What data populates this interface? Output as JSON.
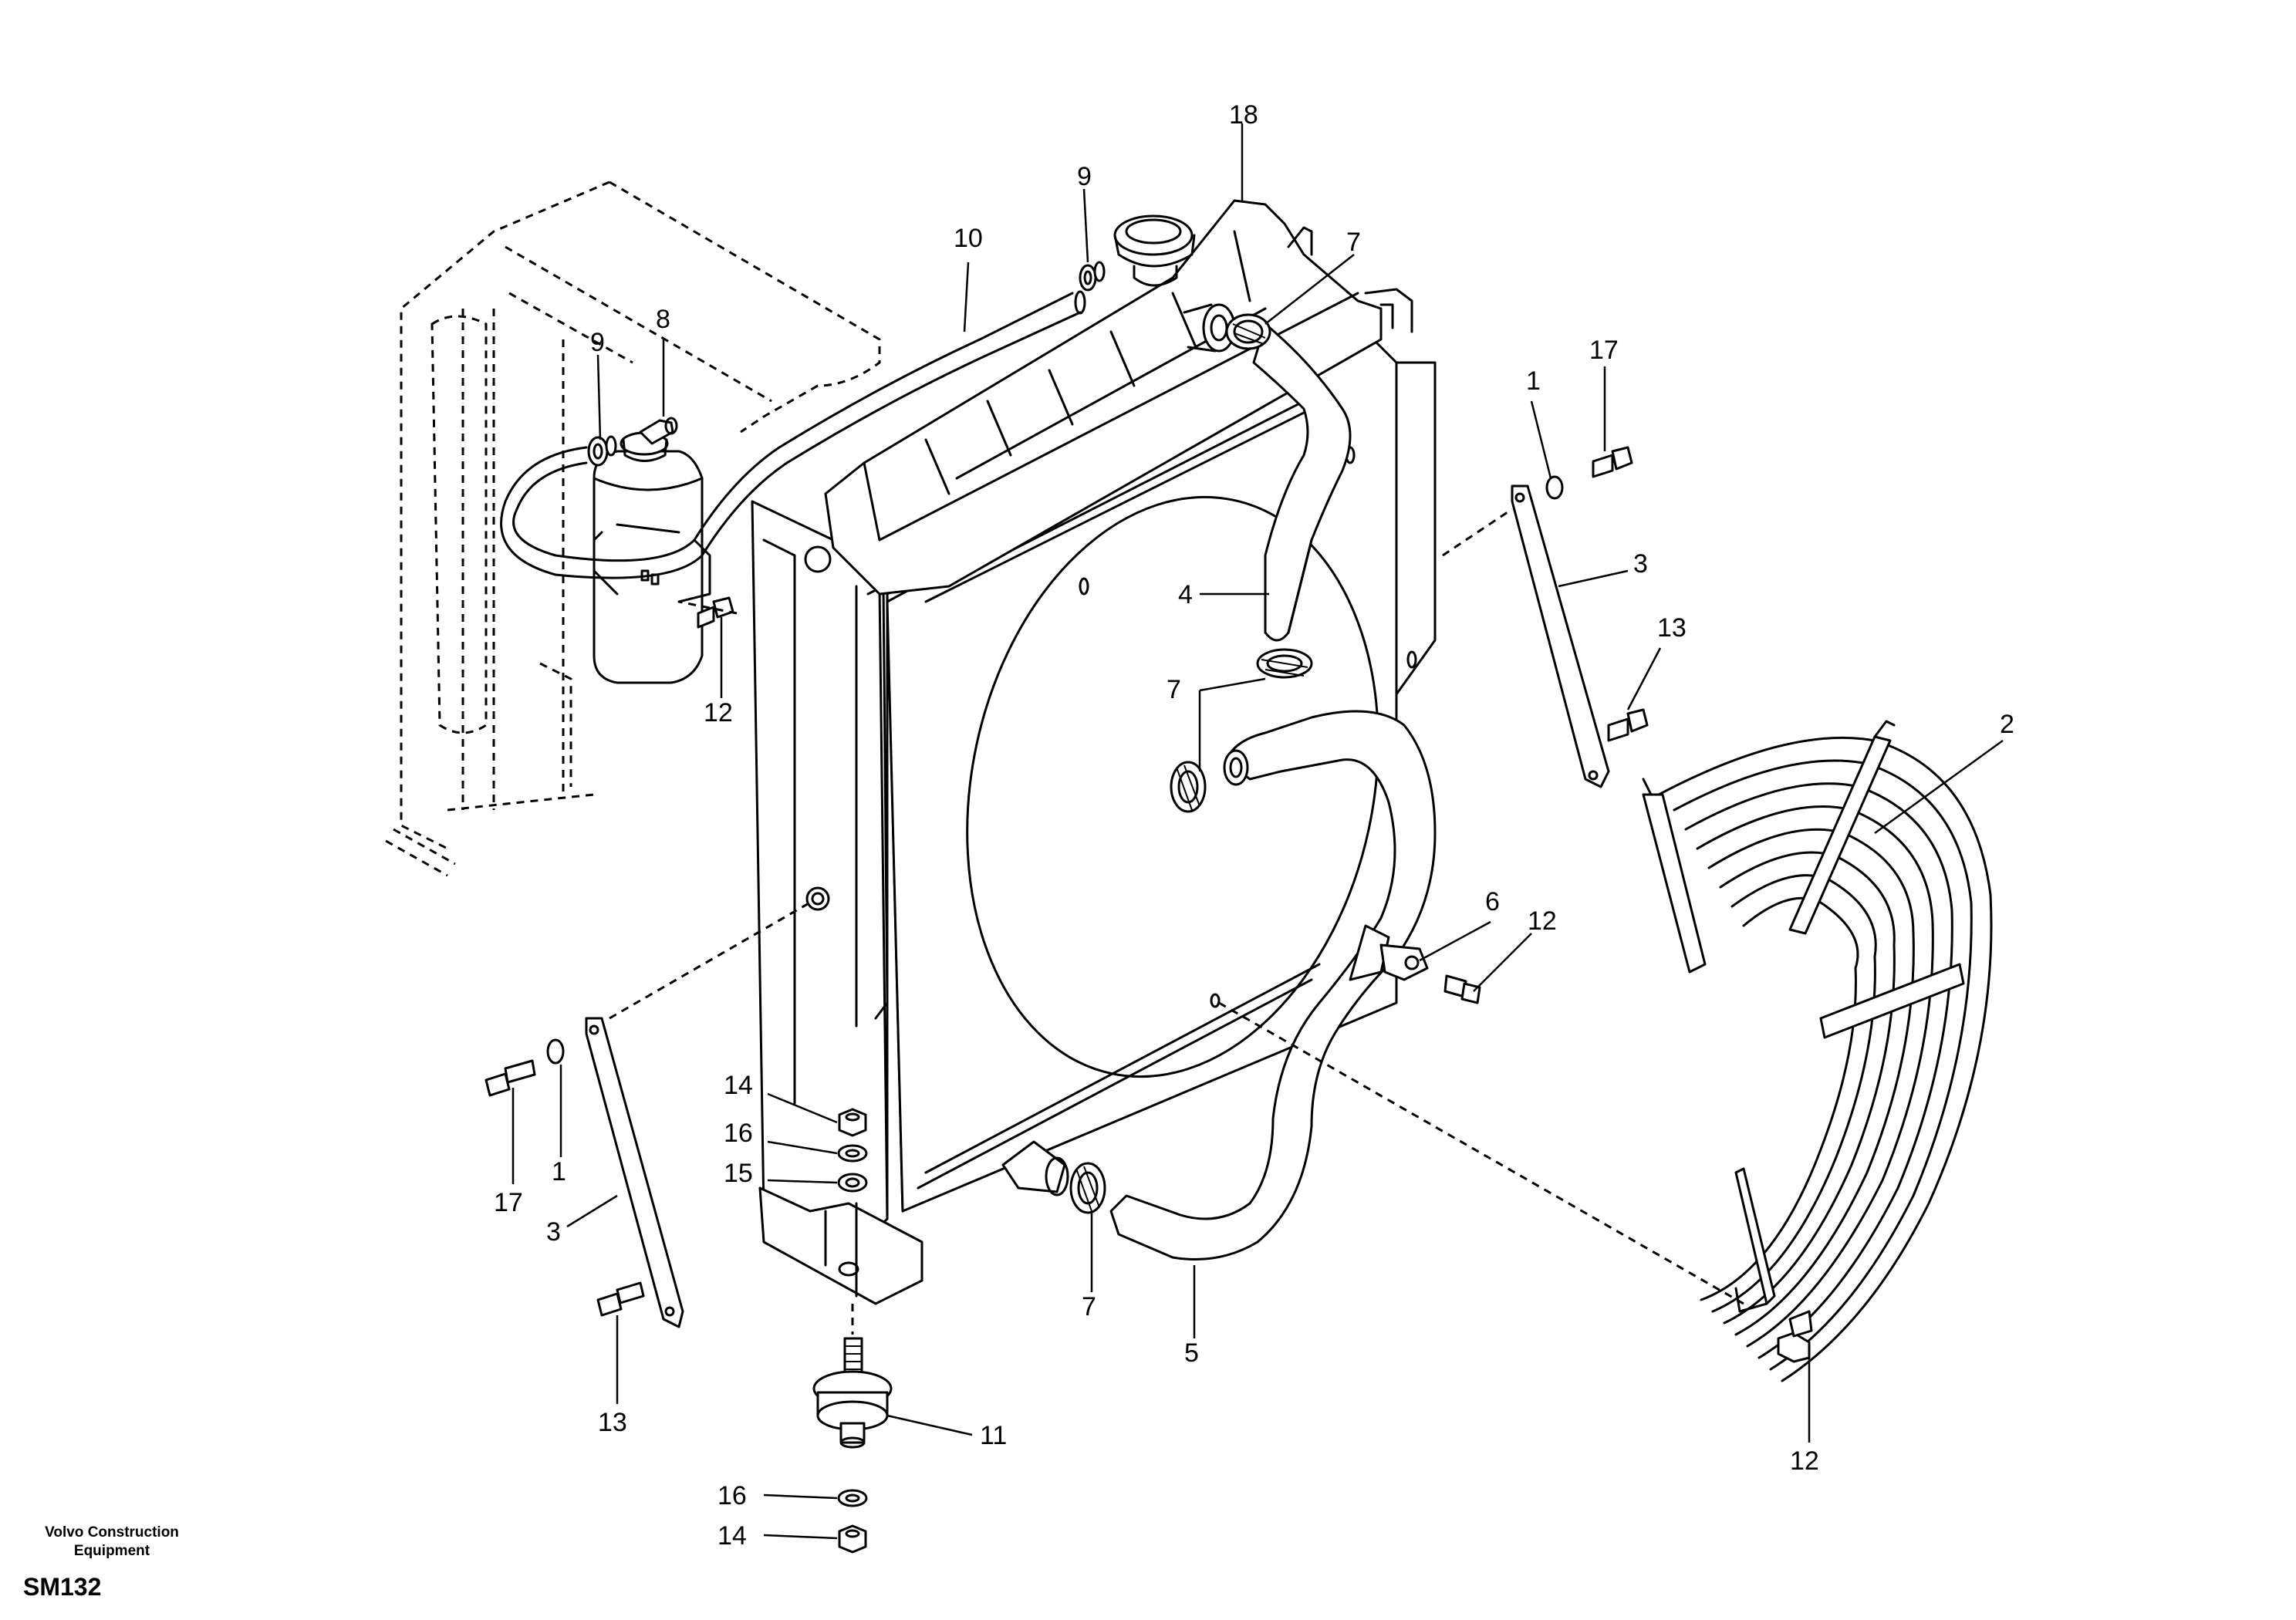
{
  "footer": {
    "company_line1": "Volvo Construction",
    "company_line2": "Equipment",
    "drawing_code": "SM132"
  },
  "callouts": [
    {
      "id": "c18",
      "label": "18"
    },
    {
      "id": "c9a",
      "label": "9"
    },
    {
      "id": "c10",
      "label": "10"
    },
    {
      "id": "c7a",
      "label": "7"
    },
    {
      "id": "c8",
      "label": "8"
    },
    {
      "id": "c9b",
      "label": "9"
    },
    {
      "id": "c1a",
      "label": "1"
    },
    {
      "id": "c17a",
      "label": "17"
    },
    {
      "id": "c3a",
      "label": "3"
    },
    {
      "id": "c4",
      "label": "4"
    },
    {
      "id": "c13a",
      "label": "13"
    },
    {
      "id": "c12a",
      "label": "12"
    },
    {
      "id": "c7b",
      "label": "7"
    },
    {
      "id": "c2",
      "label": "2"
    },
    {
      "id": "c6",
      "label": "6"
    },
    {
      "id": "c12b",
      "label": "12"
    },
    {
      "id": "c14a",
      "label": "14"
    },
    {
      "id": "c16a",
      "label": "16"
    },
    {
      "id": "c15",
      "label": "15"
    },
    {
      "id": "c17b",
      "label": "17"
    },
    {
      "id": "c1b",
      "label": "1"
    },
    {
      "id": "c3b",
      "label": "3"
    },
    {
      "id": "c7c",
      "label": "7"
    },
    {
      "id": "c5",
      "label": "5"
    },
    {
      "id": "c13b",
      "label": "13"
    },
    {
      "id": "c11",
      "label": "11"
    },
    {
      "id": "c12c",
      "label": "12"
    },
    {
      "id": "c16b",
      "label": "16"
    },
    {
      "id": "c14b",
      "label": "14"
    }
  ]
}
